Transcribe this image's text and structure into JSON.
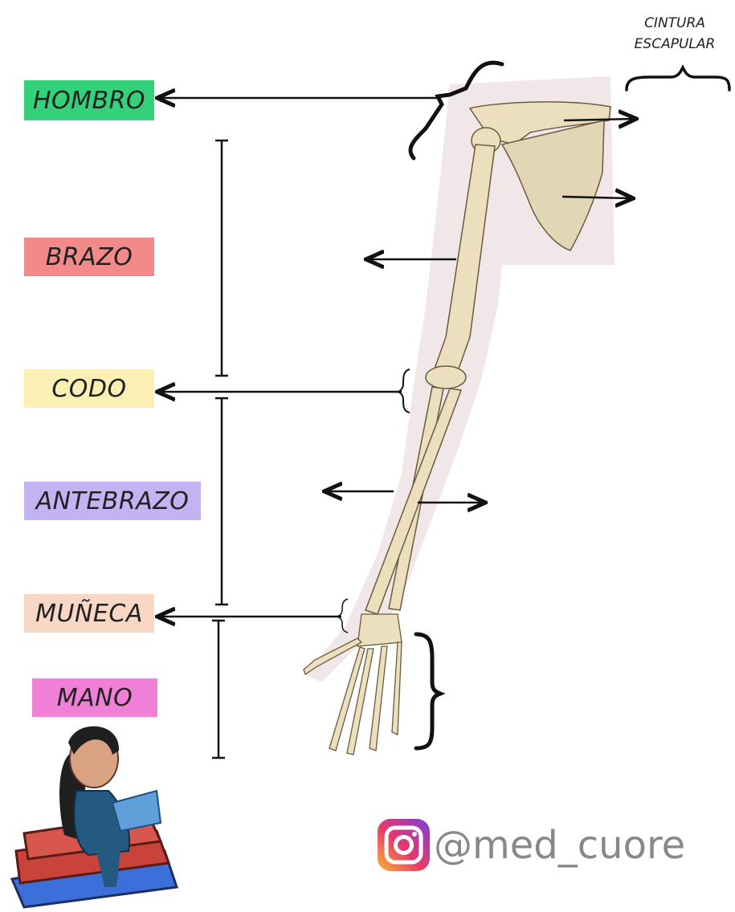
{
  "labels": {
    "hombro": "HOMBRO",
    "brazo": "BRAZO",
    "codo": "CODO",
    "antebrazo": "ANTEBRAZO",
    "muneca": "MUÑECA",
    "mano": "MANO"
  },
  "cintura": {
    "line1": "CINTURA",
    "line2": "ESCAPULAR"
  },
  "social": {
    "handle": "@med_cuore",
    "icon": "instagram-icon"
  },
  "colors": {
    "hombro": "#33d17a",
    "brazo": "#f28a8a",
    "codo": "#fbefb4",
    "antebrazo": "#c3b3f2",
    "muneca": "#f8d8c4",
    "mano": "#f07fd8",
    "bone": "#ebdfbd",
    "arm_shadow": "#eadbdd"
  }
}
